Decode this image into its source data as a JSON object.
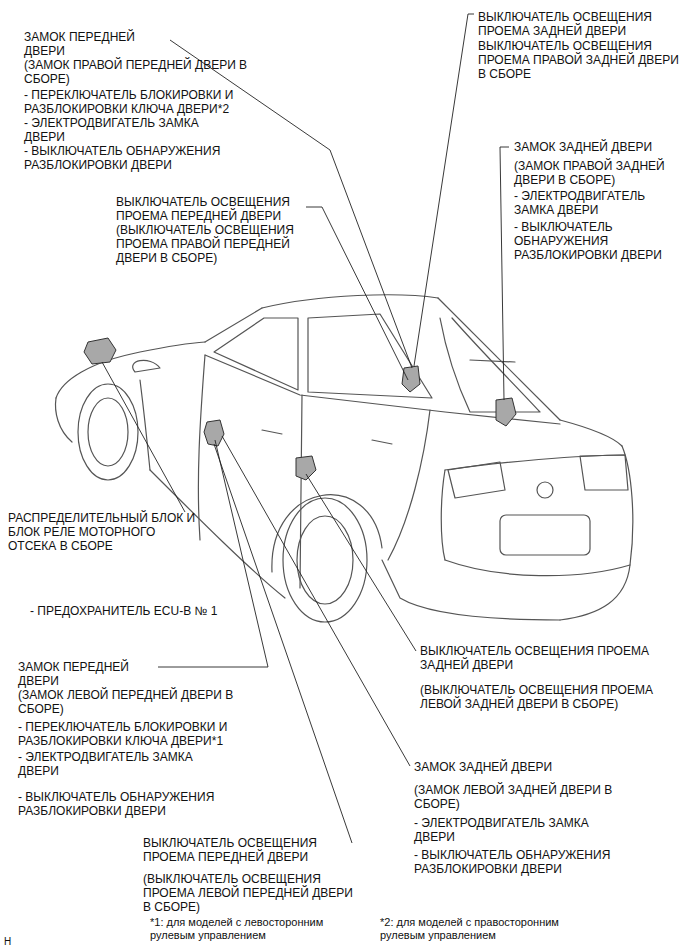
{
  "diagram": {
    "labels": [
      "ЗАМОК ПЕРЕДНЕЙ ДВЕРИ",
      "(ЗАМОК ПРАВОЙ ПЕРЕДНЕЙ ДВЕРИ В СБОРЕ)",
      "- ПЕРЕКЛЮЧАТЕЛЬ БЛОКИРОВКИ И РАЗБЛОКИРОВКИ КЛЮЧА ДВЕРИ*2",
      "- ЭЛЕКТРОДВИГАТЕЛЬ ЗАМКА ДВЕРИ",
      "- ВЫКЛЮЧАТЕЛЬ ОБНАРУЖЕНИЯ РАЗБЛОКИРОВКИ ДВЕРИ",
      "ВЫКЛЮЧАТЕЛЬ ОСВЕЩЕНИЯ ПРОЕМА ЗАДНЕЙ ДВЕРИ",
      "ВЫКЛЮЧАТЕЛЬ ОСВЕЩЕНИЯ ПРОЕМА ПРАВОЙ ЗАДНЕЙ ДВЕРИ В СБОРЕ",
      "ЗАМОК ЗАДНЕЙ ДВЕРИ",
      "(ЗАМОК ПРАВОЙ ЗАДНЕЙ ДВЕРИ В СБОРЕ)",
      "- ЭЛЕКТРОДВИГАТЕЛЬ ЗАМКА ДВЕРИ",
      "- ВЫКЛЮЧАТЕЛЬ ОБНАРУЖЕНИЯ РАЗБЛОКИРОВКИ ДВЕРИ",
      "ВЫКЛЮЧАТЕЛЬ ОСВЕЩЕНИЯ ПРОЕМА ПЕРЕДНЕЙ ДВЕРИ",
      "(ВЫКЛЮЧАТЕЛЬ ОСВЕЩЕНИЯ ПРОЕМА ПРАВОЙ ПЕРЕДНЕЙ ДВЕРИ В СБОРЕ)",
      "РАСПРЕДЕЛИТЕЛЬНЫЙ БЛОК И БЛОК РЕЛЕ МОТОРНОГО ОТСЕКА В СБОРЕ",
      "- ПРЕДОХРАНИТЕЛЬ ECU-B № 1",
      "ЗАМОК ПЕРЕДНЕЙ ДВЕРИ",
      "(ЗАМОК ЛЕВОЙ ПЕРЕДНЕЙ ДВЕРИ В СБОРЕ)",
      "- ПЕРЕКЛЮЧАТЕЛЬ БЛОКИРОВКИ И РАЗБЛОКИРОВКИ КЛЮЧА ДВЕРИ*1",
      "- ЭЛЕКТРОДВИГАТЕЛЬ ЗАМКА ДВЕРИ",
      "- ВЫКЛЮЧАТЕЛЬ ОБНАРУЖЕНИЯ РАЗБЛОКИРОВКИ ДВЕРИ",
      "ВЫКЛЮЧАТЕЛЬ ОСВЕЩЕНИЯ ПРОЕМА ЗАДНЕЙ ДВЕРИ",
      "(ВЫКЛЮЧАТЕЛЬ ОСВЕЩЕНИЯ ПРОЕМА ЛЕВОЙ ЗАДНЕЙ ДВЕРИ В СБОРЕ)",
      "ЗАМОК ЗАДНЕЙ ДВЕРИ",
      "(ЗАМОК ЛЕВОЙ ЗАДНЕЙ ДВЕРИ В СБОРЕ)",
      "- ЭЛЕКТРОДВИГАТЕЛЬ ЗАМКА ДВЕРИ",
      "- ВЫКЛЮЧАТЕЛЬ ОБНАРУЖЕНИЯ РАЗБЛОКИРОВКИ ДВЕРИ",
      "ВЫКЛЮЧАТЕЛЬ ОСВЕЩЕНИЯ ПРОЕМА ПЕРЕДНЕЙ ДВЕРИ",
      "(ВЫКЛЮЧАТЕЛЬ ОСВЕЩЕНИЯ ПРОЕМА ЛЕВОЙ ПЕРЕДНЕЙ ДВЕРИ В СБОРЕ)",
      "*1: для моделей с левосторонним рулевым управлением",
      "*2: для моделей с правосторонним рулевым управлением",
      "H"
    ]
  }
}
